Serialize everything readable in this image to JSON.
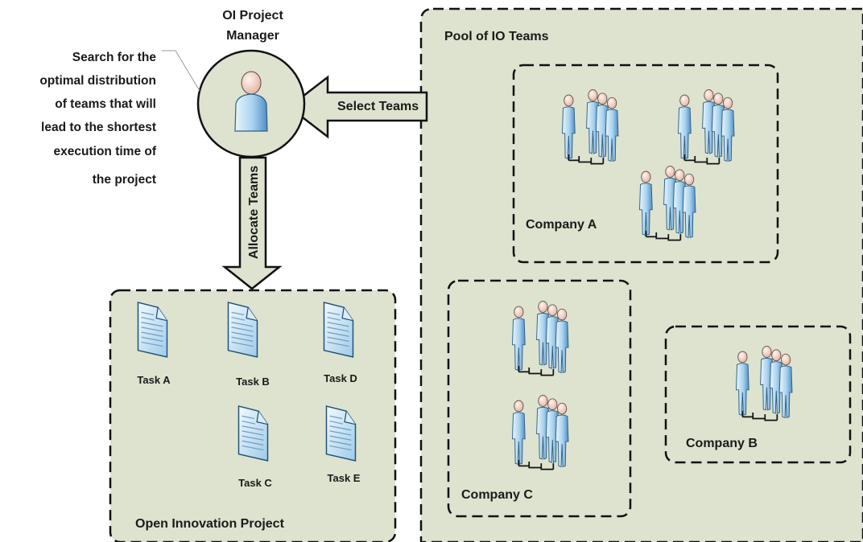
{
  "manager": {
    "title_line1": "OI Project",
    "title_line2": "Manager",
    "note_lines": [
      "Search for the",
      "optimal distribution",
      "of teams that will",
      "lead to the shortest",
      "execution time of",
      "the project"
    ],
    "icon": "user-icon"
  },
  "arrows": {
    "select": "Select Teams",
    "allocate": "Allocate Teams"
  },
  "pool": {
    "title": "Pool of IO Teams",
    "companies": {
      "a": "Company A",
      "b": "Company B",
      "c": "Company C"
    },
    "team_icon": "team-icon"
  },
  "project": {
    "title": "Open Innovation Project",
    "tasks": [
      "Task A",
      "Task B",
      "Task D",
      "Task C",
      "Task E"
    ],
    "task_icon": "document-icon"
  },
  "colors": {
    "container_fill": "#dde3cf",
    "figure_light": "#d6ecf8",
    "figure_dark": "#5d9ccc",
    "skin": "#f3d3c6"
  }
}
